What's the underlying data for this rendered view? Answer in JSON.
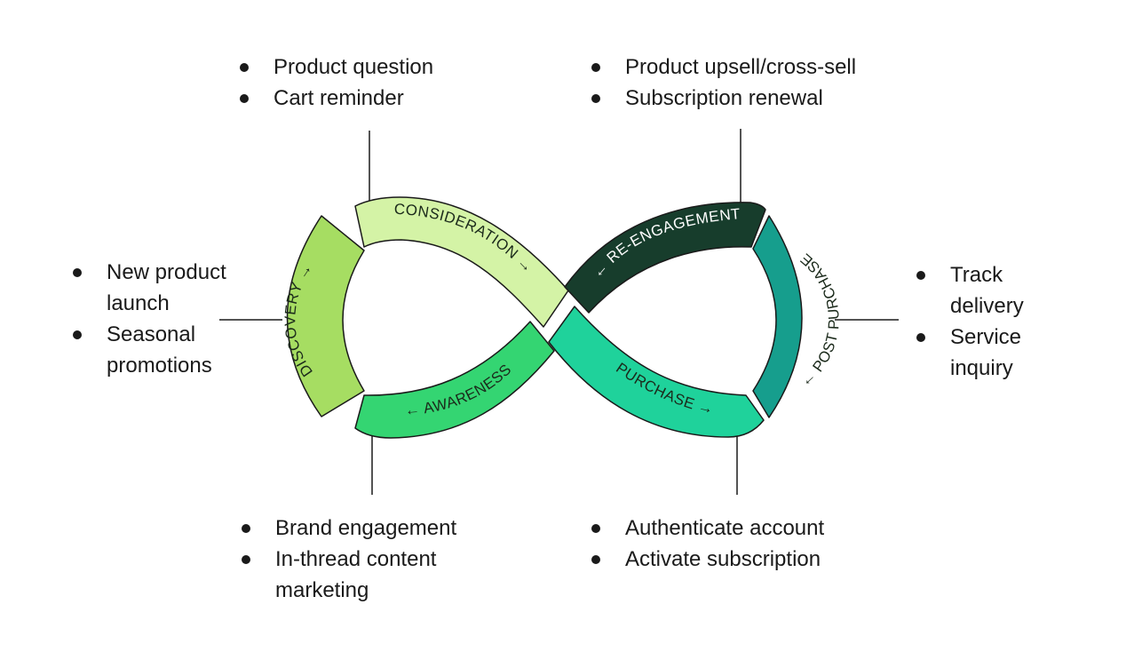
{
  "stages": [
    {
      "id": "discovery",
      "label": "DISCOVERY",
      "color": "#a6dd62",
      "text_color": "#1b2a1b",
      "arrow": "→"
    },
    {
      "id": "consideration",
      "label": "CONSIDERATION",
      "color": "#d4f3a6",
      "text_color": "#1b2a1b",
      "arrow": "→"
    },
    {
      "id": "re-engagement",
      "label": "RE-ENGAGEMENT",
      "color": "#173d2c",
      "text_color": "#ffffff",
      "arrow": "←"
    },
    {
      "id": "post-purchase",
      "label": "POST PURCHASE",
      "color": "#169e8d",
      "text_color": "#1b2a1b",
      "arrow": "←"
    },
    {
      "id": "purchase",
      "label": "PURCHASE",
      "color": "#1fd29b",
      "text_color": "#1b2a1b",
      "arrow": "→"
    },
    {
      "id": "awareness",
      "label": "AWARENESS",
      "color": "#34d572",
      "text_color": "#1b2a1b",
      "arrow": "←"
    }
  ],
  "callouts": {
    "consideration": [
      "Product question",
      "Cart reminder"
    ],
    "re_engagement": [
      "Product upsell/cross-sell",
      "Subscription renewal"
    ],
    "discovery": [
      "New product launch",
      "Seasonal promotions"
    ],
    "post_purchase": [
      "Track delivery",
      "Service inquiry"
    ],
    "awareness": [
      "Brand engagement",
      "In-thread content marketing"
    ],
    "purchase": [
      "Authenticate account",
      "Activate subscription"
    ]
  }
}
